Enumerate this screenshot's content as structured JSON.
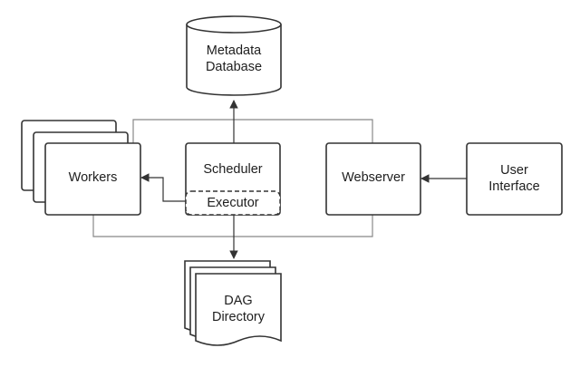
{
  "diagram": {
    "nodes": {
      "metadata_db": {
        "label": "Metadata\nDatabase"
      },
      "workers": {
        "label": "Workers"
      },
      "scheduler": {
        "label": "Scheduler"
      },
      "executor": {
        "label": "Executor"
      },
      "webserver": {
        "label": "Webserver"
      },
      "user_interface": {
        "label": "User\nInterface"
      },
      "dag_directory": {
        "label": "DAG\nDirectory"
      }
    }
  }
}
